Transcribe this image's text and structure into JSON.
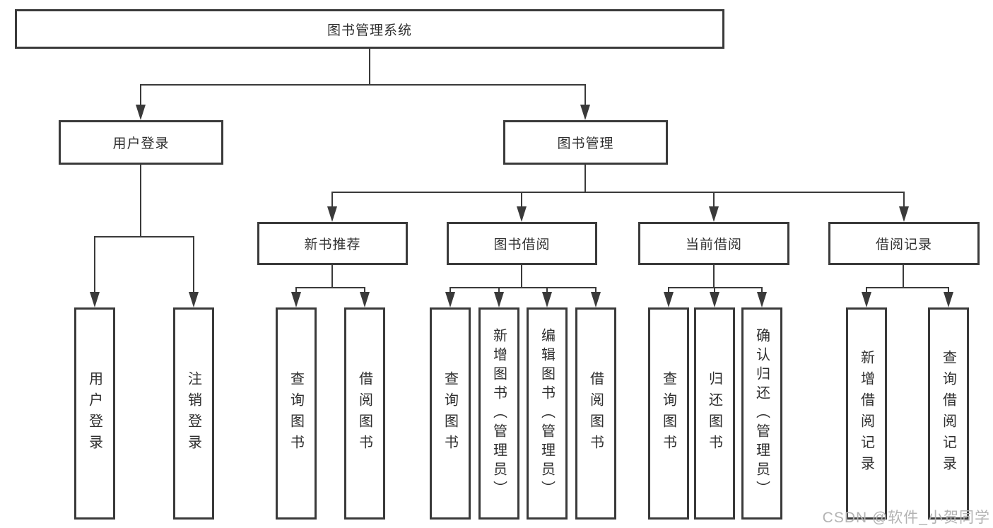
{
  "nodes": {
    "root": "图书管理系统",
    "user_login_branch": "用户登录",
    "book_management": "图书管理",
    "new_book_recommend": "新书推荐",
    "book_borrowing": "图书借阅",
    "current_borrowing": "当前借阅",
    "borrowing_records": "借阅记录",
    "user_login": "用户登录",
    "logout": "注销登录",
    "recommend_query_books": "查询图书",
    "recommend_borrow_books": "借阅图书",
    "borrowing_query_books": "查询图书",
    "borrowing_add_books_admin": "新增图书（管理员）",
    "borrowing_edit_books_admin": "编辑图书（管理员）",
    "borrowing_borrow_books": "借阅图书",
    "current_query_books": "查询图书",
    "current_return_books": "归还图书",
    "current_confirm_return_admin": "确认归还（管理员）",
    "records_add_record": "新增借阅记录",
    "records_query_record": "查询借阅记录"
  },
  "watermark": "CSDN @软件_小贺同学",
  "colors": {
    "line": "#3a3a3a",
    "text": "#2f2f2f",
    "watermark": "#b3b3b3",
    "background": "#ffffff"
  }
}
